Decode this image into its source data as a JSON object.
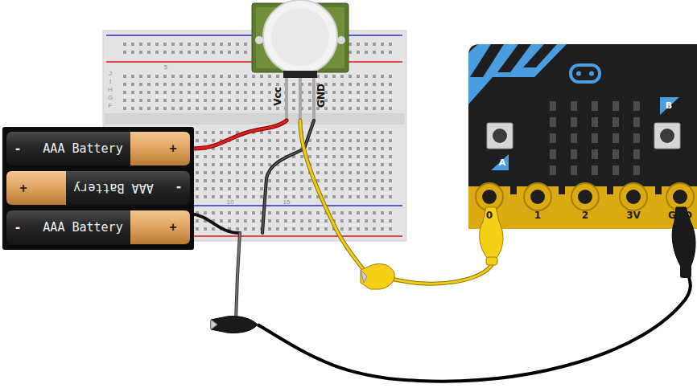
{
  "diagram": {
    "nodes": [
      {
        "text": [
          "Vcc",
          "GND"
        ]
      },
      {
        "text": [
          "A",
          "B"
        ]
      },
      {
        "text": [
          "0"
        ],
        "in": 1
      },
      {
        "text": [
          "1"
        ],
        "in": 1
      },
      {
        "text": [
          "2"
        ],
        "in": 1
      },
      {
        "text": [
          "3V"
        ],
        "in": 1
      },
      {
        "text": [
          "GND"
        ],
        "in": 1
      },
      {
        "text": [
          "-",
          "AAA Battery",
          "+"
        ]
      },
      {
        "text": [
          "-",
          "AAA Battery",
          "+"
        ]
      },
      {
        "text": [
          "-",
          "AAA Battery",
          "+"
        ]
      }
    ],
    "labels": [
      "J",
      "I",
      "H",
      "G",
      "F",
      "5",
      "10",
      "15"
    ]
  }
}
